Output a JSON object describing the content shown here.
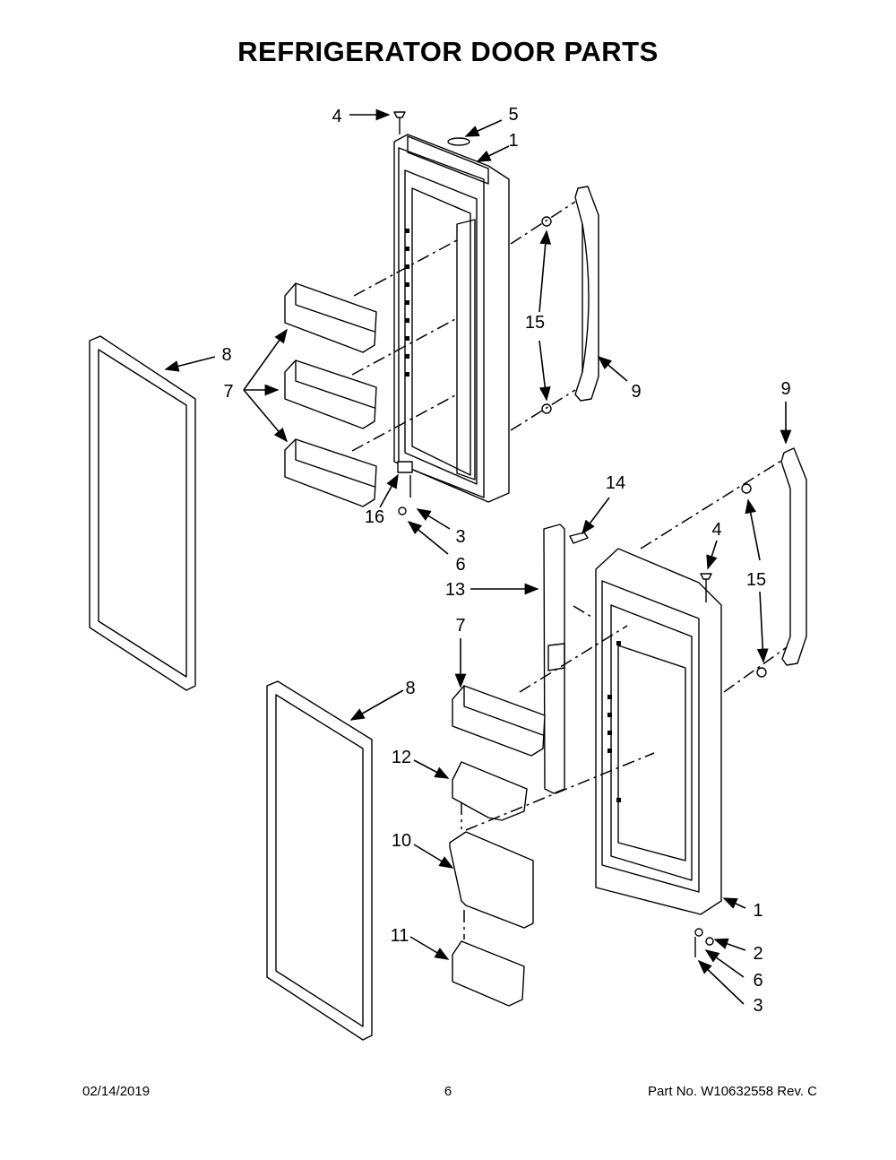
{
  "title": "REFRIGERATOR DOOR PARTS",
  "callouts": [
    "4",
    "5",
    "1",
    "15",
    "9",
    "8",
    "7",
    "16",
    "3",
    "6",
    "9",
    "14",
    "4",
    "15",
    "13",
    "7",
    "8",
    "12",
    "10",
    "11",
    "1",
    "2",
    "6",
    "3"
  ],
  "footer": {
    "date": "02/14/2019",
    "page": "6",
    "part": "Part No.  W10632558  Rev.  C"
  }
}
